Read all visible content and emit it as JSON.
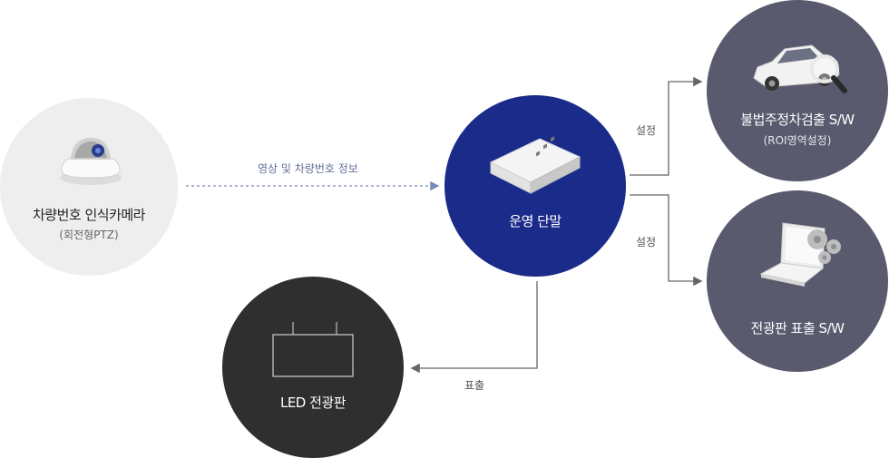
{
  "nodes": {
    "camera": {
      "title": "차량번호 인식카메라",
      "subtitle": "(회전형PTZ)"
    },
    "terminal": {
      "title": "운영 단말"
    },
    "led": {
      "title": "LED 전광판"
    },
    "illegal_parking": {
      "title": "불법주정차검출 S/W",
      "subtitle": "(ROI영역설정)"
    },
    "sign_sw": {
      "title": "전광판 표출 S/W"
    }
  },
  "edges": {
    "camera_to_terminal": "영상 및 차량번호 정보",
    "terminal_to_illegal": "설정",
    "terminal_to_sign": "설정",
    "terminal_to_led": "표출"
  },
  "colors": {
    "camera_bg": "#eeeeee",
    "terminal_bg": "#1b2b8a",
    "led_bg": "#2f2f2f",
    "sw_bg": "#5a5a6e",
    "dotted_line": "#7b8bb7",
    "connector": "#666666"
  },
  "icons": {
    "camera": "dome-camera-icon",
    "terminal": "network-switch-icon",
    "led": "led-signboard-icon",
    "illegal_parking": "car-magnifier-icon",
    "sign_sw": "laptop-gears-icon"
  }
}
